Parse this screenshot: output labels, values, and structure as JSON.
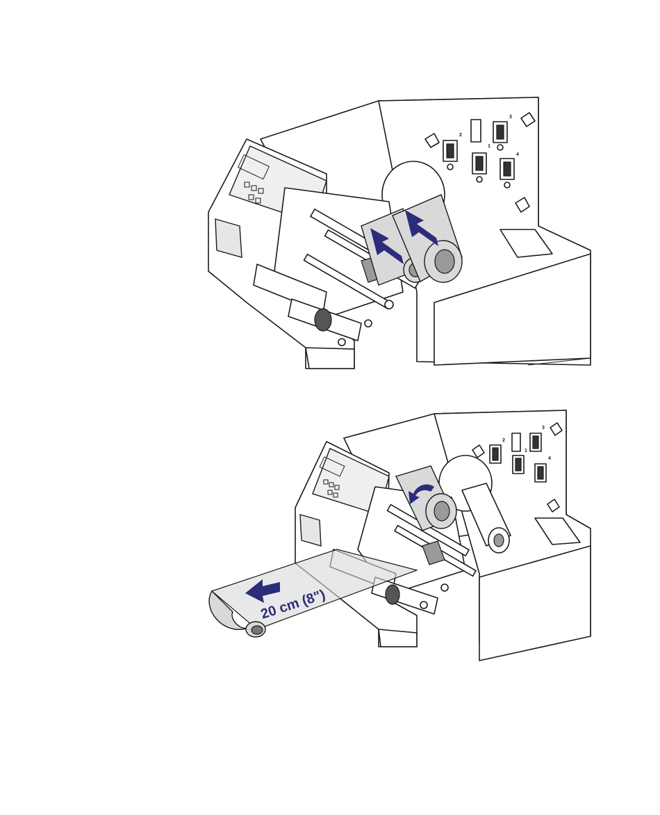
{
  "top_figure": {
    "sensor_labels": [
      "2",
      "1",
      "3",
      "4"
    ]
  },
  "bottom_figure": {
    "sensor_labels": [
      "2",
      "1",
      "3",
      "4"
    ],
    "measurement_label": "20 cm (8\")"
  },
  "colors": {
    "arrow": "#2b2d7a",
    "ribbon": "#d9d9d9",
    "line": "#1a1a1a"
  }
}
